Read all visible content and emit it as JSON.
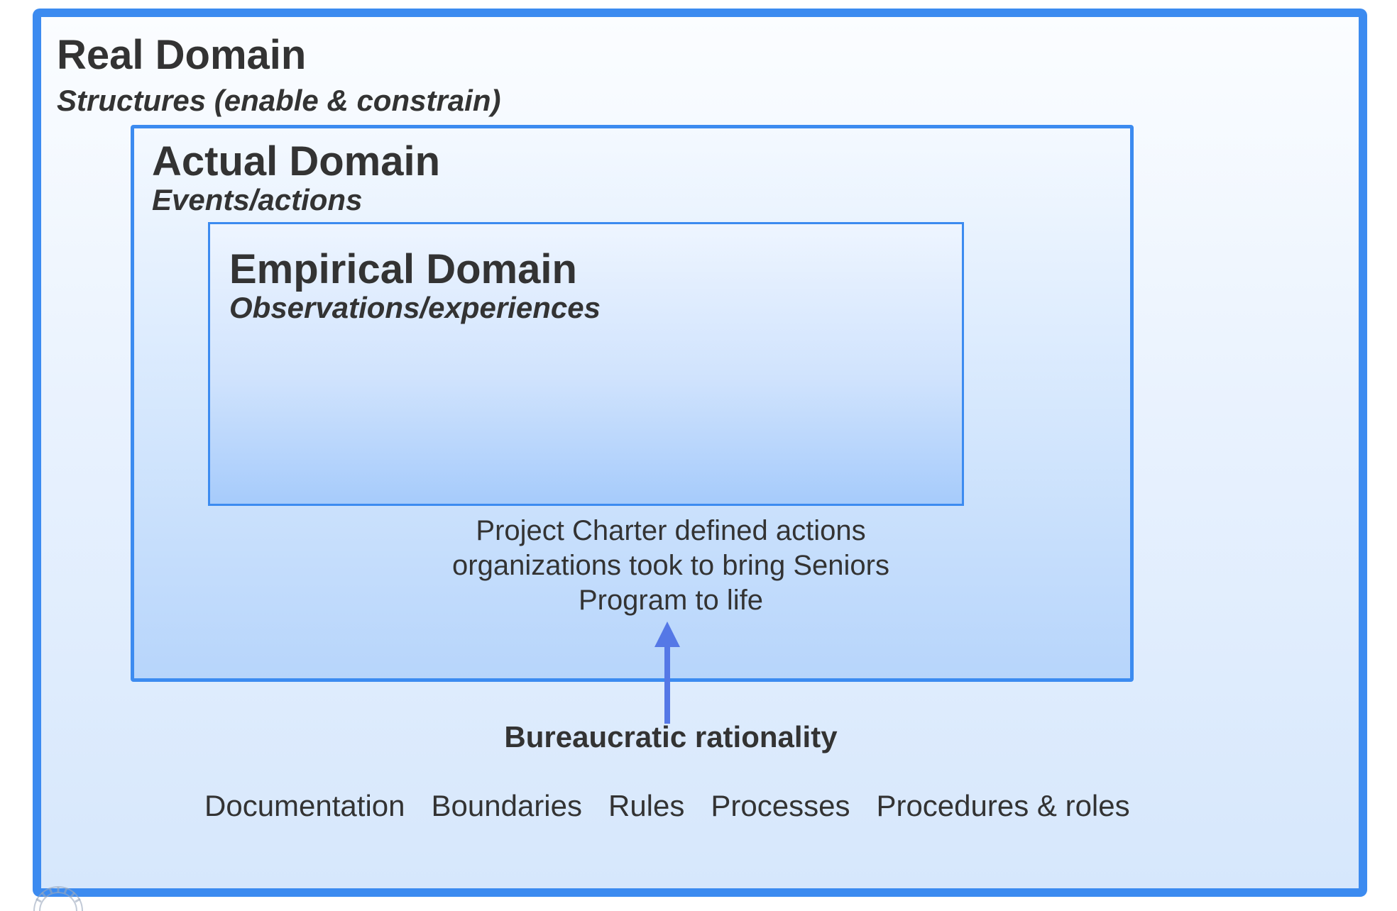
{
  "diagram": {
    "real_domain": {
      "title": "Real Domain",
      "subtitle": "Structures (enable & constrain)"
    },
    "actual_domain": {
      "title": "Actual Domain",
      "subtitle": "Events/actions"
    },
    "empirical_domain": {
      "title": "Empirical Domain",
      "subtitle": "Observations/experiences"
    },
    "actions_note": {
      "lines": [
        "Project Charter defined actions",
        "organizations took to bring Seniors",
        "Program to life"
      ]
    },
    "mechanism": "Bureaucratic rationality",
    "structures": [
      "Documentation",
      "Boundaries",
      "Rules",
      "Processes",
      "Procedures & roles"
    ]
  },
  "colors": {
    "border": "#3c8bf0",
    "arrow": "#5578e6",
    "text": "#333333"
  },
  "icons": {
    "watermark": "lucidchart-logo-icon"
  }
}
